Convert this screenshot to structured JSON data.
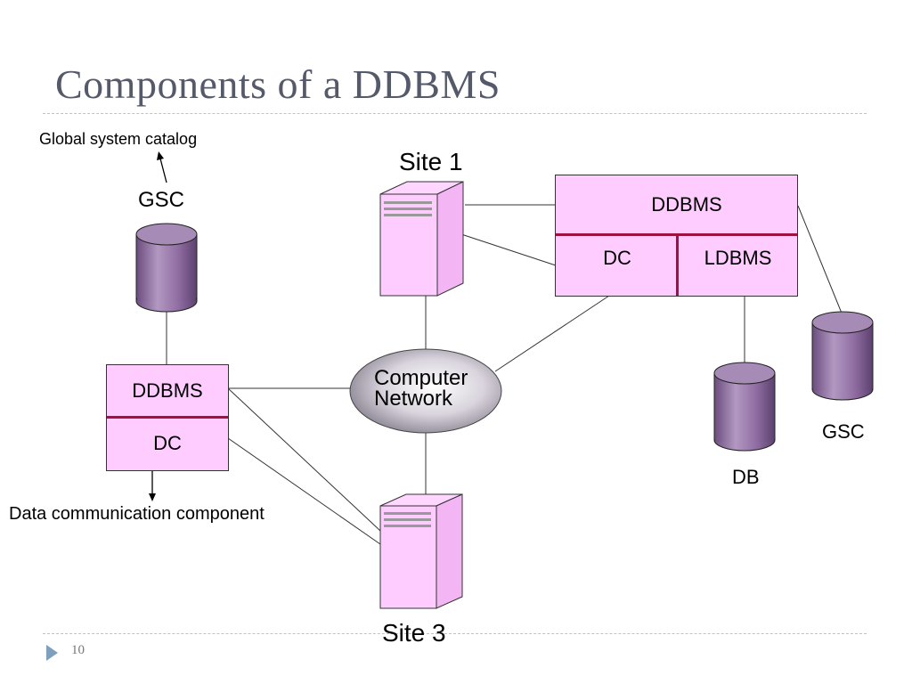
{
  "slide": {
    "title": "Components of a DDBMS",
    "page_number": "10"
  },
  "annotations": {
    "gsc_caption": "Global system catalog",
    "dc_caption": "Data communication component"
  },
  "sites": {
    "site1": "Site 1",
    "site3": "Site 3"
  },
  "left_node": {
    "db_label": "GSC",
    "ddbms": "DDBMS",
    "dc": "DC"
  },
  "right_node": {
    "ddbms": "DDBMS",
    "dc": "DC",
    "ldbms": "LDBMS",
    "db_label": "DB",
    "gsc_label": "GSC"
  },
  "network": {
    "line1": "Computer",
    "line2": "Network"
  },
  "colors": {
    "box_fill": "#ffccff",
    "separator": "#a01040",
    "cylinder": "#9a78ac",
    "title": "#555a6b",
    "rule": "#b7c5d3"
  }
}
